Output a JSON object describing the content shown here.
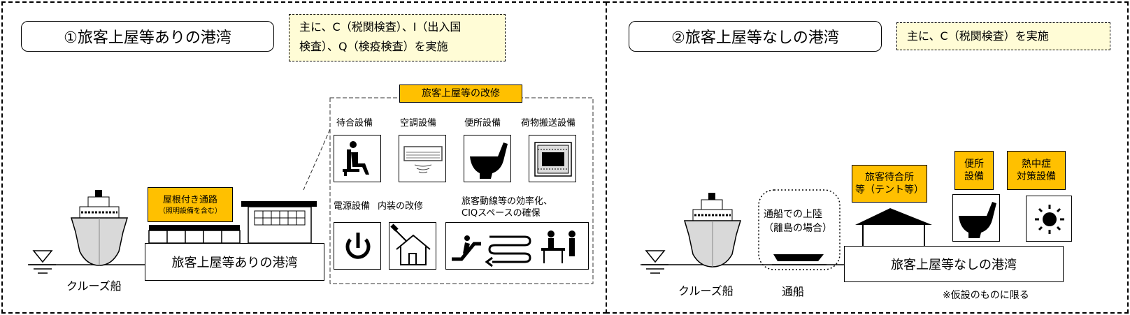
{
  "left": {
    "title": "①旅客上屋等ありの港湾",
    "note_line1": "主に、C（税関検査）、I（出入国",
    "note_line2": "検査）、Q（検疫検査）を実施",
    "renovation_title": "旅客上屋等の改修",
    "facilities": {
      "waiting": "待合設備",
      "aircon": "空調設備",
      "toilet": "便所設備",
      "baggage": "荷物搬送設備",
      "power": "電源設備",
      "interior": "内装の改修",
      "flow_line1": "旅客動線等の効率化、",
      "flow_line2": "CIQスペースの確保"
    },
    "roofed_walkway": "屋根付き通路",
    "roofed_walkway_sub": "（照明設備を含む）",
    "port_label": "旅客上屋等ありの港湾",
    "ship_label": "クルーズ船"
  },
  "right": {
    "title": "②旅客上屋等なしの港湾",
    "note": "主に、C（税関検査）を実施",
    "tender_landing_line1": "通船での上陸",
    "tender_landing_line2": "（離島の場合）",
    "tender_label": "通船",
    "waiting_area_line1": "旅客待合所",
    "waiting_area_line2": "等（テント等）",
    "toilet_line1": "便所",
    "toilet_line2": "設備",
    "heat_line1": "熱中症",
    "heat_line2": "対策設備",
    "port_label": "旅客上屋等なしの港湾",
    "ship_label": "クルーズ船",
    "footnote": "※仮設のものに限る"
  }
}
